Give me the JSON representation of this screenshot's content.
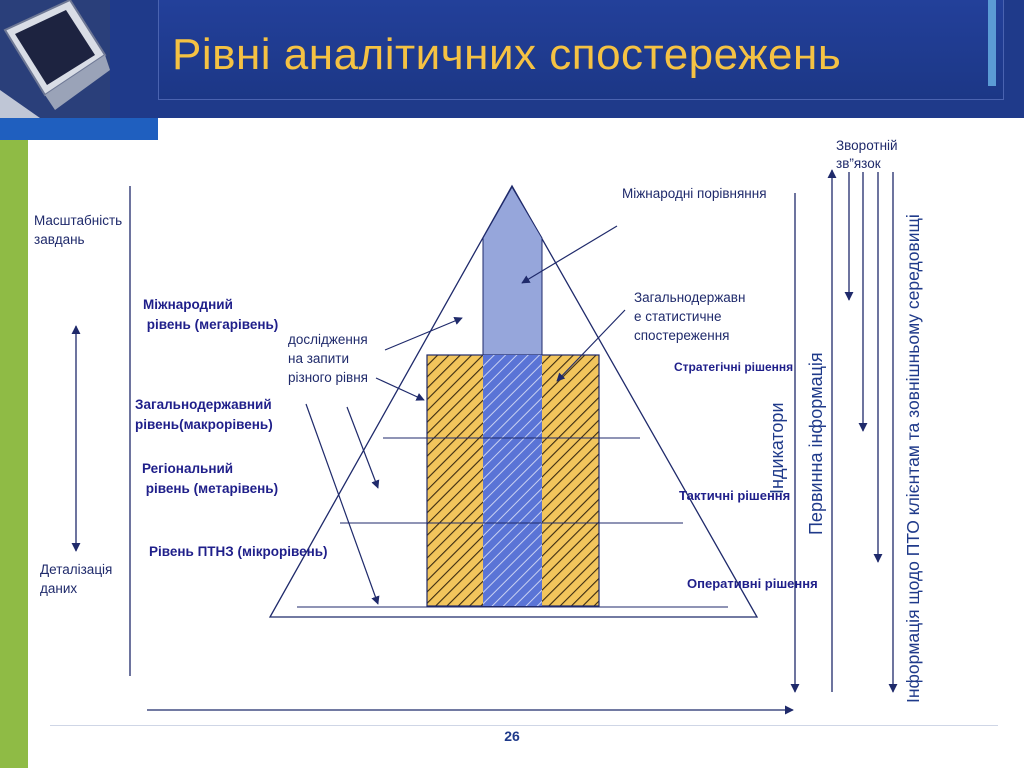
{
  "slide": {
    "title": "Рівні аналітичних спостережень",
    "page_number": "26"
  },
  "left_axis": {
    "top_label_1": "Масштабність",
    "top_label_2": "завдань",
    "bottom_label_1": "Деталізація",
    "bottom_label_2": "даних"
  },
  "levels": {
    "mega_1": "Міжнародний",
    "mega_2": " рівень (мегарівень)",
    "macro_1": "Загальнодержавний",
    "macro_2": "рівень(макрорівень)",
    "meta_1": "Регіональний",
    "meta_2": " рівень (метарівень)",
    "micro": "Рівень ПТНЗ (мікрорівень)"
  },
  "notes": {
    "research_1": "дослідження",
    "research_2": "на запити",
    "research_3": "різного рівня",
    "international": "Міжнародні порівняння",
    "state_1": "Загальнодержавн",
    "state_2": "е статистичне",
    "state_3": "спостереження"
  },
  "decisions": {
    "strategic": "Стратегічні рішення",
    "tactical": "Тактичні рішення",
    "operative": "Оперативні рішення"
  },
  "right_axes": {
    "feedback_1": "Зворотній",
    "feedback_2": "зв”язок",
    "indicators": "Індикатори",
    "primary_info": "Первинна інформація",
    "client_info": "Інформація щодо ПТО клієнтам та зовнішньому середовищі"
  },
  "colors": {
    "header_bg": "#1f3a8a",
    "title_color": "#f5c243",
    "green_strip": "#8fbb45",
    "hatch_yellow": "#f2c55c",
    "column_blue": "#5a74d6",
    "arrow_fill": "#96a6db",
    "line_color": "#1f2a6b"
  }
}
